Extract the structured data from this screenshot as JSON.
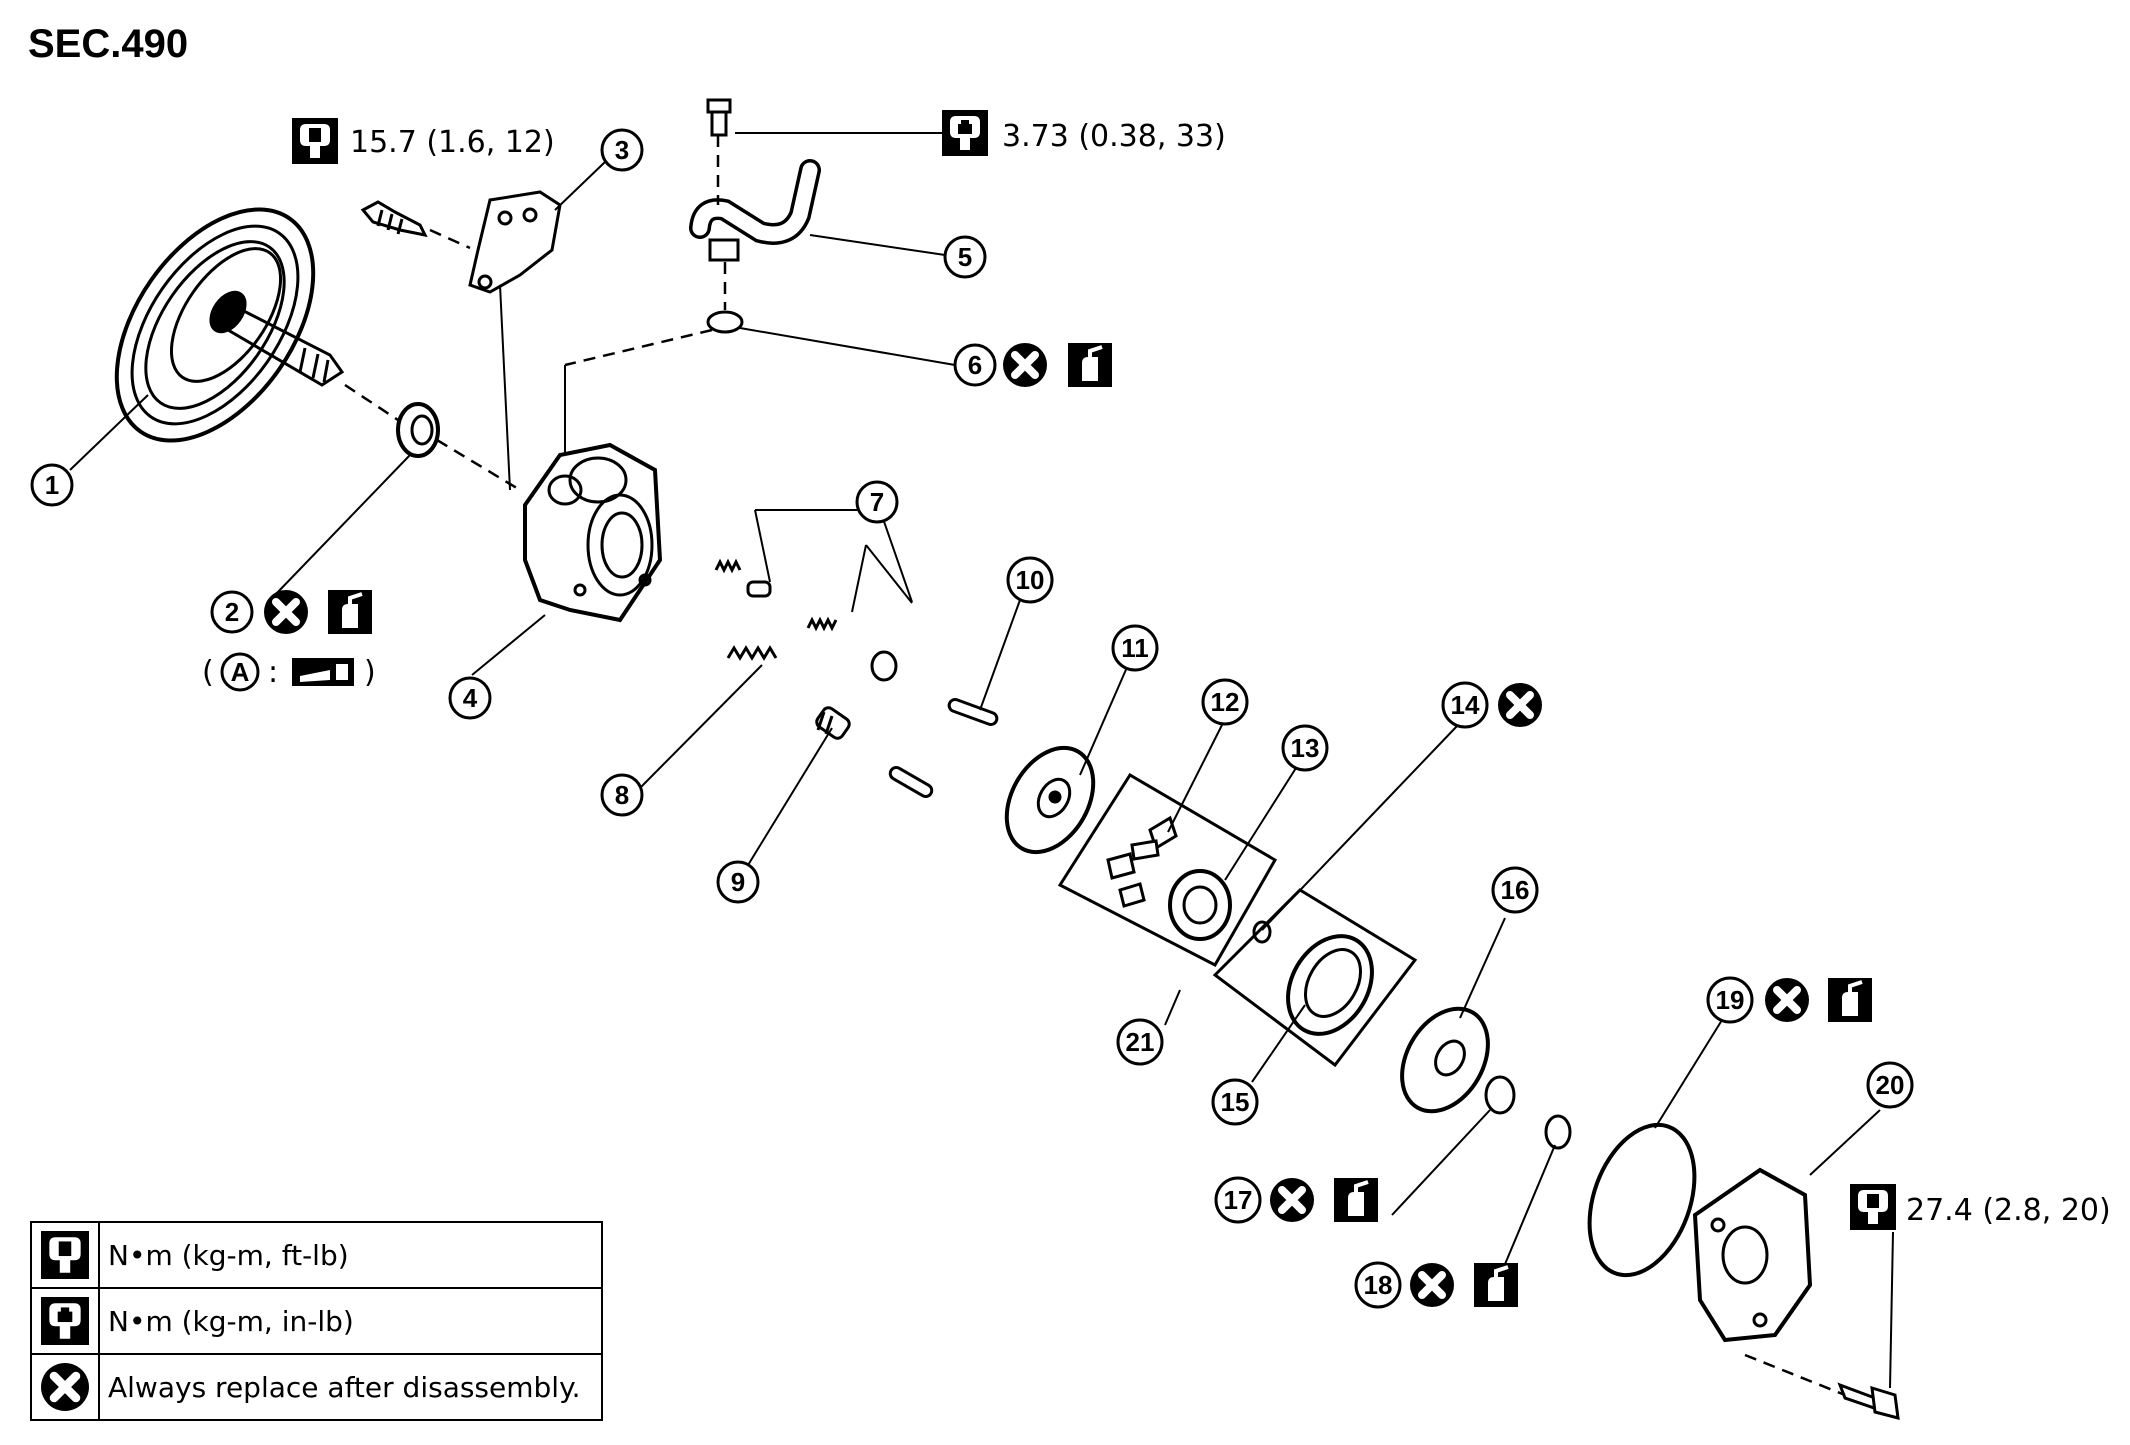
{
  "section": "SEC.490",
  "torques": {
    "t1": "15.7 (1.6, 12)",
    "t2": "3.73 (0.38, 33)",
    "t3": "27.4 (2.8, 20)"
  },
  "callouts": [
    "1",
    "2",
    "3",
    "4",
    "5",
    "6",
    "7",
    "8",
    "9",
    "10",
    "11",
    "12",
    "13",
    "14",
    "15",
    "16",
    "17",
    "18",
    "19",
    "20",
    "21"
  ],
  "note_a": {
    "open": "(",
    "letter": "A",
    "colon": ":",
    "close": ")"
  },
  "legend": [
    {
      "icon": "torque-wrench-icon",
      "text": "N•m (kg-m, ft-lb)"
    },
    {
      "icon": "torque-wrench-filled-icon",
      "text": "N•m (kg-m, in-lb)"
    },
    {
      "icon": "replace-x-icon",
      "text": "Always replace after disassembly."
    }
  ],
  "colors": {
    "ink": "#000000",
    "paper": "#ffffff"
  }
}
